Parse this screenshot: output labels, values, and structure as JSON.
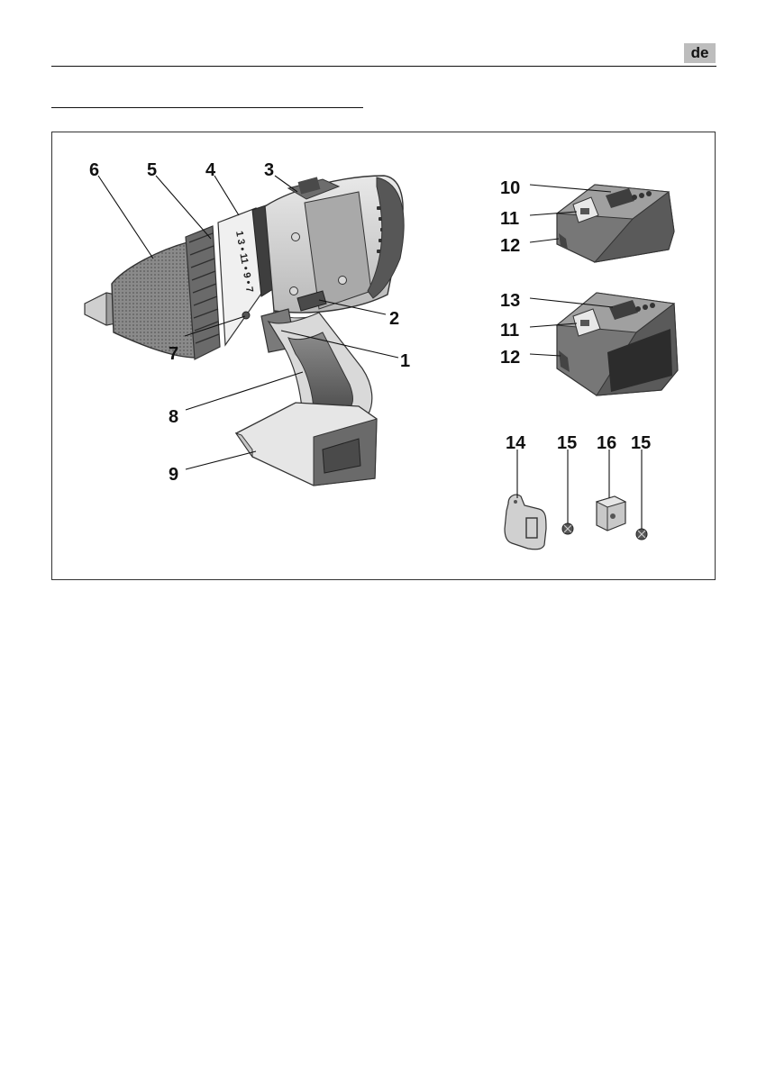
{
  "header": {
    "language_badge": "de"
  },
  "figure": {
    "callouts": {
      "c1": "1",
      "c2": "2",
      "c3": "3",
      "c4": "4",
      "c5": "5",
      "c6": "6",
      "c7": "7",
      "c8": "8",
      "c9": "9",
      "c10": "10",
      "c11a": "11",
      "c12a": "12",
      "c13": "13",
      "c11b": "11",
      "c12b": "12",
      "c14": "14",
      "c15a": "15",
      "c16": "16",
      "c15b": "15"
    },
    "gear_ring_text": "1 3 • 11 • 9 • 7"
  }
}
